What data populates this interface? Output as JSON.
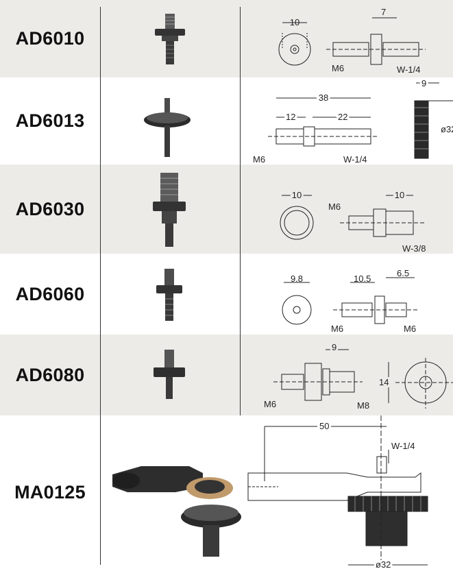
{
  "rows": [
    {
      "code": "AD6010",
      "dims": {
        "d1": "10",
        "d2": "7",
        "t1": "M6",
        "t2": "W-1/4"
      }
    },
    {
      "code": "AD6013",
      "dims": {
        "d1": "38",
        "d2": "12",
        "d3": "22",
        "d4": "9",
        "d5": "ø32",
        "t1": "M6",
        "t2": "W-1/4"
      }
    },
    {
      "code": "AD6030",
      "dims": {
        "d1": "10",
        "d2": "10",
        "t1": "M6",
        "t2": "W-3/8"
      }
    },
    {
      "code": "AD6060",
      "dims": {
        "d1": "9.8",
        "d2": "10.5",
        "d3": "6.5",
        "t1": "M6",
        "t2": "M6"
      }
    },
    {
      "code": "AD6080",
      "dims": {
        "d1": "9",
        "d2": "14",
        "t1": "M6",
        "t2": "M8"
      }
    },
    {
      "code": "MA0125",
      "dims": {
        "d1": "50",
        "d2": "W-1/4",
        "d3": "ø32"
      }
    }
  ]
}
